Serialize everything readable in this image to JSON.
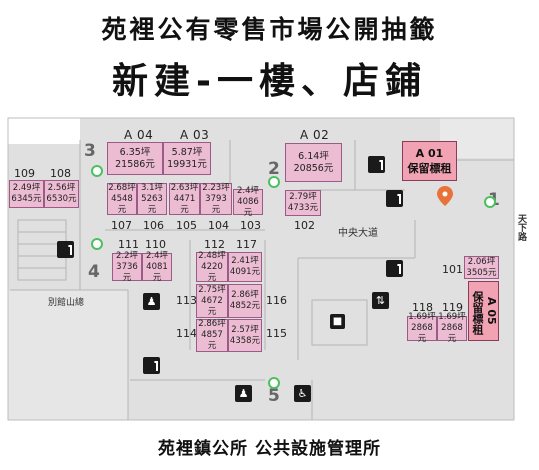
{
  "header": {
    "title": "苑裡公有零售市場公開抽籤",
    "subtitle": "新建-一樓、店鋪"
  },
  "footer": {
    "text": "苑裡鎮公所 公共設施管理所"
  },
  "map": {
    "units": [
      {
        "id": "109",
        "area": "2.49坪",
        "rent": "6345元"
      },
      {
        "id": "108",
        "area": "2.56坪",
        "rent": "6530元"
      },
      {
        "id": "A04",
        "area": "6.35坪",
        "rent": "21586元"
      },
      {
        "id": "A03",
        "area": "5.87坪",
        "rent": "19931元"
      },
      {
        "id": "A02",
        "area": "6.14坪",
        "rent": "20856元"
      },
      {
        "id": "107",
        "area": "2.68坪",
        "rent": "4548元"
      },
      {
        "id": "106",
        "area": "3.1坪",
        "rent": "5263元"
      },
      {
        "id": "105",
        "area": "2.63坪",
        "rent": "4471元"
      },
      {
        "id": "104",
        "area": "2.23坪",
        "rent": "3793元"
      },
      {
        "id": "103",
        "area": "2.4坪",
        "rent": "4086元"
      },
      {
        "id": "102",
        "area": "2.79坪",
        "rent": "4733元"
      },
      {
        "id": "111",
        "area": "2.2坪",
        "rent": "3736元"
      },
      {
        "id": "110",
        "area": "2.4坪",
        "rent": "4081元"
      },
      {
        "id": "112",
        "area": "2.48坪",
        "rent": "4220元"
      },
      {
        "id": "117",
        "area": "2.41坪",
        "rent": "4091元"
      },
      {
        "id": "113",
        "area": "2.75坪",
        "rent": "4672元"
      },
      {
        "id": "116",
        "area": "2.86坪",
        "rent": "4852元"
      },
      {
        "id": "114",
        "area": "2.86坪",
        "rent": "4857元"
      },
      {
        "id": "115",
        "area": "2.57坪",
        "rent": "4358元"
      },
      {
        "id": "101",
        "area": "2.06坪",
        "rent": "3505元"
      },
      {
        "id": "118",
        "area": "1.69坪",
        "rent": "2868元"
      },
      {
        "id": "119",
        "area": "1.69坪",
        "rent": "2868元"
      }
    ],
    "reserved": [
      {
        "id": "A01",
        "label_code": "A 01",
        "label_text": "保留標租"
      },
      {
        "id": "A05",
        "label_code": "A 05",
        "label_text": "保留標租"
      }
    ],
    "labels": {
      "code_A04": "A 04",
      "code_A03": "A 03",
      "code_A02": "A 02",
      "aisle": "中央大道",
      "road_right": "天下路",
      "road_left": "別館山總"
    },
    "entrances": [
      "1",
      "2",
      "3",
      "4",
      "5"
    ],
    "colors": {
      "shop_fill": "#ecbcd2",
      "reserved_fill": "#f2a3b3",
      "floor": "#e0e0e0",
      "entrance_dot": "#4cc060",
      "location_pin": "#e8733a"
    },
    "icons": [
      "stairs-icon",
      "escalator-icon",
      "elevator-icon",
      "restroom-icon",
      "accessible-restroom-icon",
      "location-pin-icon"
    ]
  }
}
